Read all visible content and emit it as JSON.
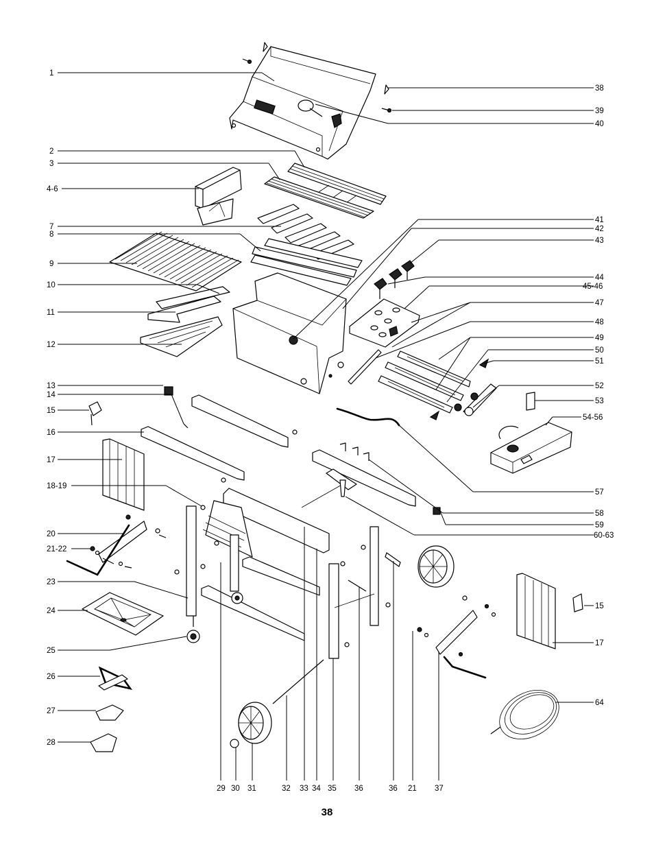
{
  "page_number": "38",
  "labels_left": [
    {
      "id": "1",
      "text": "1"
    },
    {
      "id": "2",
      "text": "2"
    },
    {
      "id": "3",
      "text": "3"
    },
    {
      "id": "4-6",
      "text": "4-6"
    },
    {
      "id": "7",
      "text": "7"
    },
    {
      "id": "8",
      "text": "8"
    },
    {
      "id": "9",
      "text": "9"
    },
    {
      "id": "10",
      "text": "10"
    },
    {
      "id": "11",
      "text": "11"
    },
    {
      "id": "12",
      "text": "12"
    },
    {
      "id": "13",
      "text": "13"
    },
    {
      "id": "14",
      "text": "14"
    },
    {
      "id": "15",
      "text": "15"
    },
    {
      "id": "16",
      "text": "16"
    },
    {
      "id": "17",
      "text": "17"
    },
    {
      "id": "18-19",
      "text": "18-19"
    },
    {
      "id": "20",
      "text": "20"
    },
    {
      "id": "21-22",
      "text": "21-22"
    },
    {
      "id": "23",
      "text": "23"
    },
    {
      "id": "24",
      "text": "24"
    },
    {
      "id": "25",
      "text": "25"
    },
    {
      "id": "26",
      "text": "26"
    },
    {
      "id": "27",
      "text": "27"
    },
    {
      "id": "28",
      "text": "28"
    }
  ],
  "labels_right": [
    {
      "id": "38",
      "text": "38"
    },
    {
      "id": "39",
      "text": "39"
    },
    {
      "id": "40",
      "text": "40"
    },
    {
      "id": "41",
      "text": "41"
    },
    {
      "id": "42",
      "text": "42"
    },
    {
      "id": "43",
      "text": "43"
    },
    {
      "id": "44",
      "text": "44"
    },
    {
      "id": "45-46",
      "text": "45-46"
    },
    {
      "id": "47",
      "text": "47"
    },
    {
      "id": "48",
      "text": "48"
    },
    {
      "id": "49",
      "text": "49"
    },
    {
      "id": "50",
      "text": "50"
    },
    {
      "id": "51",
      "text": "51"
    },
    {
      "id": "52",
      "text": "52"
    },
    {
      "id": "53",
      "text": "53"
    },
    {
      "id": "54-56",
      "text": "54-56"
    },
    {
      "id": "57",
      "text": "57"
    },
    {
      "id": "58",
      "text": "58"
    },
    {
      "id": "59",
      "text": "59"
    },
    {
      "id": "60-63",
      "text": "60-63"
    },
    {
      "id": "15b",
      "text": "15"
    },
    {
      "id": "17b",
      "text": "17"
    },
    {
      "id": "64",
      "text": "64"
    }
  ],
  "labels_bottom": [
    {
      "id": "29",
      "text": "29"
    },
    {
      "id": "30",
      "text": "30"
    },
    {
      "id": "31",
      "text": "31"
    },
    {
      "id": "32",
      "text": "32"
    },
    {
      "id": "33",
      "text": "33"
    },
    {
      "id": "34",
      "text": "34"
    },
    {
      "id": "35",
      "text": "35"
    },
    {
      "id": "36a",
      "text": "36"
    },
    {
      "id": "36b",
      "text": "36"
    },
    {
      "id": "21b",
      "text": "21"
    },
    {
      "id": "37",
      "text": "37"
    }
  ]
}
